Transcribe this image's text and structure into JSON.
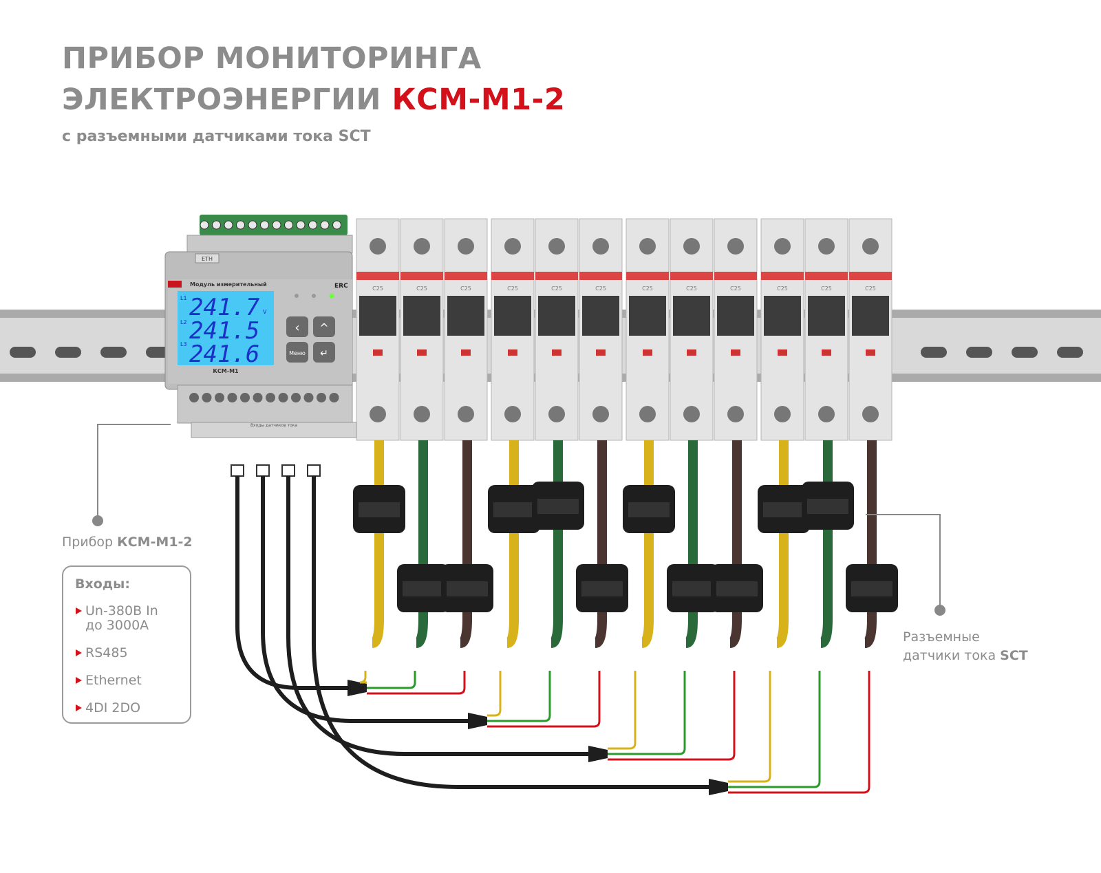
{
  "header": {
    "title_line1": "ПРИБОР МОНИТОРИНГА",
    "title_line2_prefix": "ЭЛЕКТРОЭНЕРГИИ",
    "title_line2_model": "КСМ-М1-2",
    "subtitle": "с разъемными датчиками тока SCT"
  },
  "device": {
    "brand_logo": "КС",
    "module_label": "Модуль измерительный",
    "model": "КСМ-М1",
    "eac_mark": "ERC",
    "eth_port": "ETH",
    "sensor_inputs_label": "Входы датчиков тока",
    "display": [
      {
        "line": "L1",
        "value": "241.7",
        "unit": "V"
      },
      {
        "line": "L2",
        "value": "241.5"
      },
      {
        "line": "L3",
        "value": "241.6"
      }
    ],
    "buttons": [
      "left-arrow",
      "up-arrow",
      "Меню",
      "enter"
    ],
    "colors": {
      "display": "#49c8f5",
      "digits": "#1b2fc9",
      "terminal": "#3a8a4a",
      "power_led": "#6bff3a"
    }
  },
  "callouts": {
    "device_prefix": "Прибор",
    "device_model": "КСМ-М1-2",
    "inputs_title": "Входы:",
    "inputs": [
      "Un-380В In до 3000А",
      "RS485",
      "Ethernet",
      "4DI 2DO"
    ],
    "sct_line1": "Разъемные",
    "sct_line2_prefix": "датчики тока",
    "sct_line2_model": "SCT"
  },
  "breakers": {
    "groups": 4,
    "poles_per_group": 3,
    "rating": "C25"
  },
  "colors": {
    "accent": "#d3111b",
    "text": "#8c8c8c",
    "wire_yellow": "#d8b21a",
    "wire_green": "#2a9a2a",
    "wire_red": "#d3111b"
  }
}
